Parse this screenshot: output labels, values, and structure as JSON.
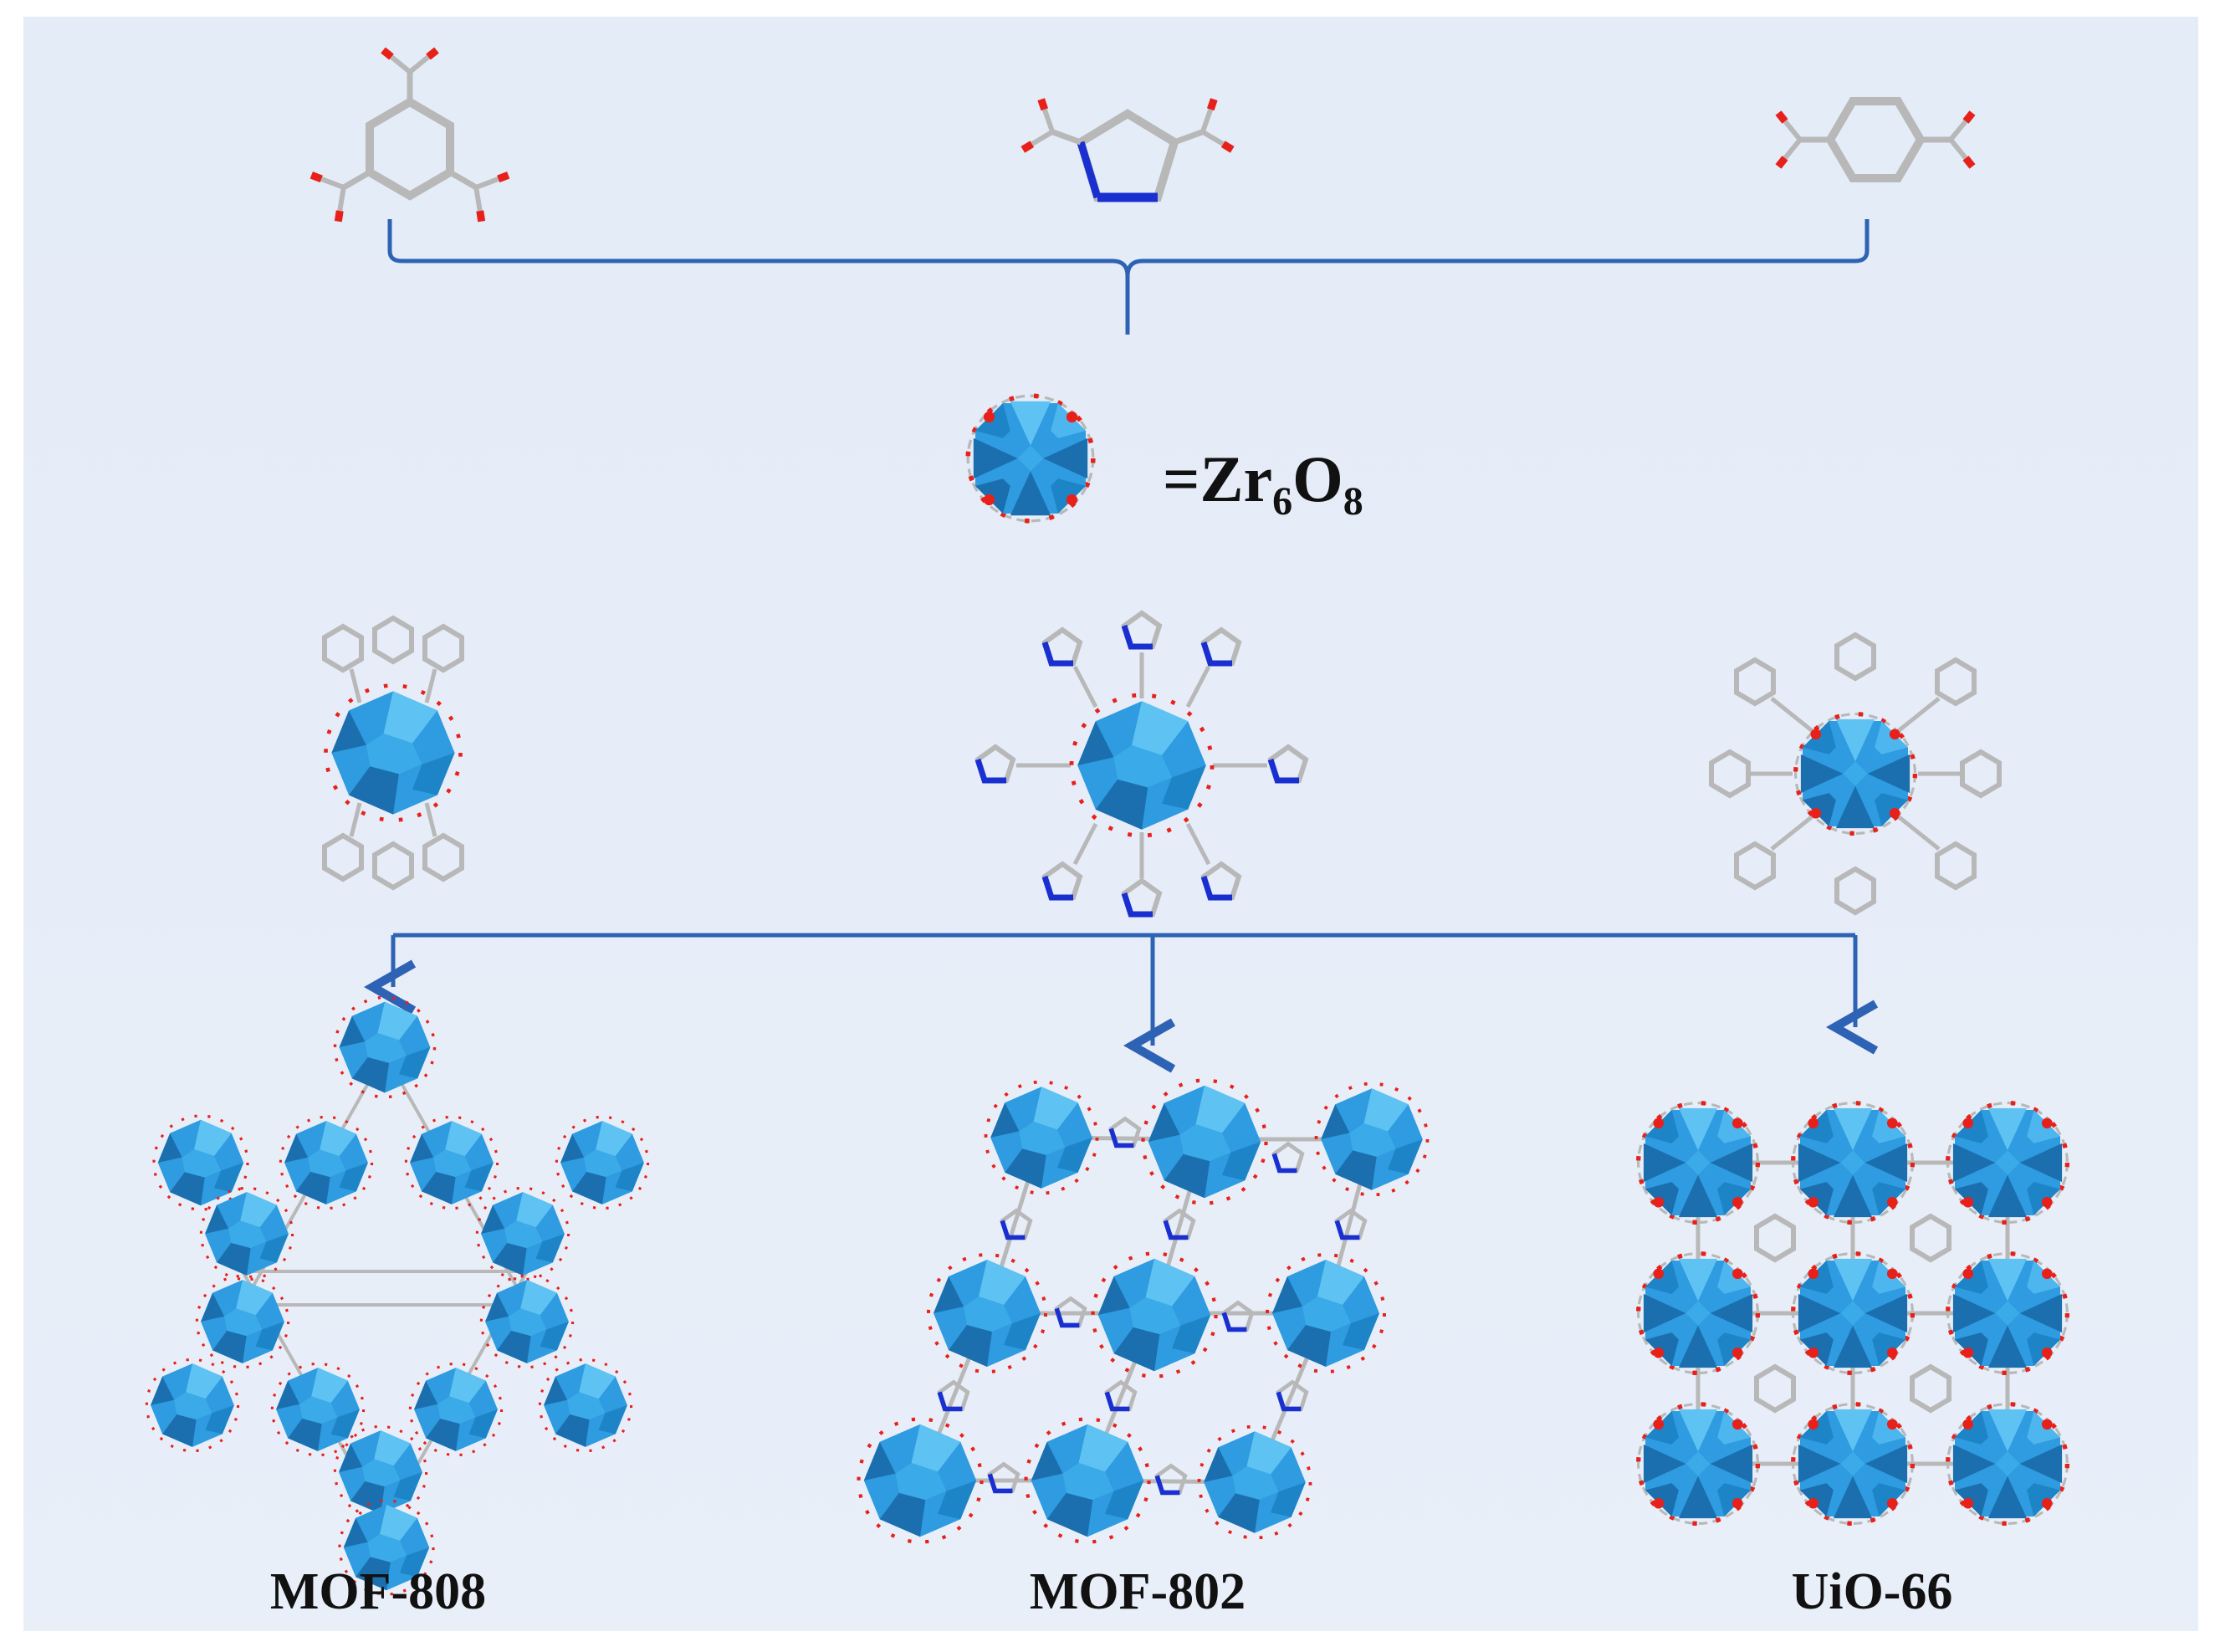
{
  "cluster_formula": {
    "prefix": "=Zr",
    "sub1": "6",
    "mid": "O",
    "sub2": "8"
  },
  "frameworks": [
    {
      "name": "MOF-808",
      "linker": "benzene-1,3,5-tricarboxylate"
    },
    {
      "name": "MOF-802",
      "linker": "pyrazole-3,5-dicarboxylate"
    },
    {
      "name": "UiO-66",
      "linker": "terephthalate"
    }
  ],
  "colors": {
    "background": "#e5ecf8",
    "polyhedron": "#2f9be0",
    "polyhedron_dark": "#1b6fae",
    "polyhedron_light": "#5ec2f2",
    "oxygen": "#e8201a",
    "carbon_bond": "#b8b8b8",
    "nitrogen": "#1a2fd0",
    "connector": "#2e62b4"
  },
  "icons": [
    "zr6o8-cluster-icon",
    "down-arrow-icon"
  ]
}
